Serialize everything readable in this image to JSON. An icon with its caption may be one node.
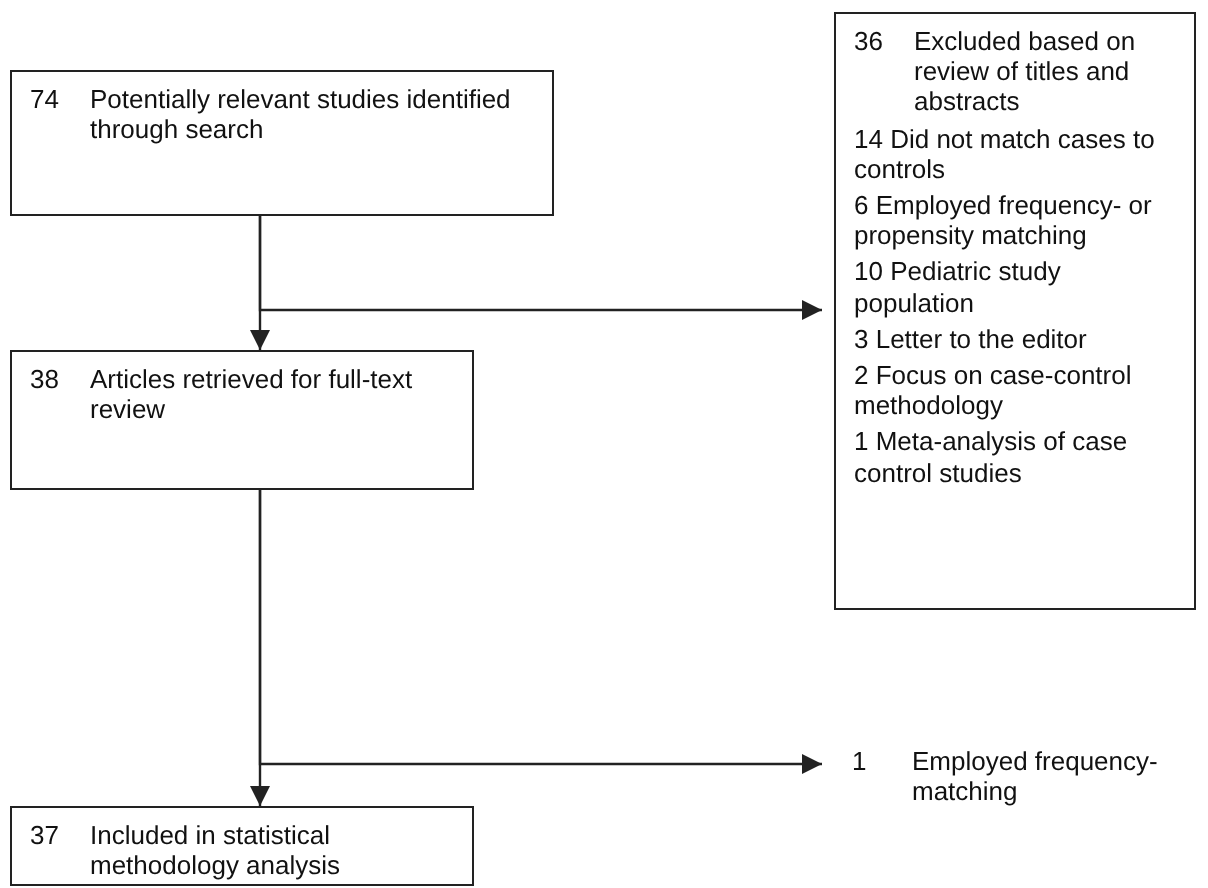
{
  "diagram": {
    "nodes": [
      {
        "text": [
          "74",
          "Potentially relevant studies identified through search"
        ]
      },
      {
        "text": [
          "36",
          "Excluded based on review of titles and abstracts",
          "14 Did not match cases to controls",
          "6 Employed frequency- or propensity matching",
          "10 Pediatric study population",
          "3 Letter to the editor",
          "2 Focus on case-control methodology",
          "1 Meta-analysis of case control studies"
        ]
      },
      {
        "text": [
          "38",
          "Articles retrieved for full-text review"
        ]
      },
      {
        "text": [
          "1",
          "Employed frequency-matching"
        ]
      },
      {
        "text": [
          "37",
          "Included in statistical methodology analysis"
        ]
      }
    ],
    "edges": [
      {
        "from": 0,
        "to": 2,
        "arrow": "to"
      },
      {
        "from": 0,
        "to": 1,
        "arrow": "to"
      },
      {
        "from": 2,
        "to": 4,
        "arrow": "to"
      },
      {
        "from": 2,
        "to": 3,
        "arrow": "to"
      }
    ]
  }
}
